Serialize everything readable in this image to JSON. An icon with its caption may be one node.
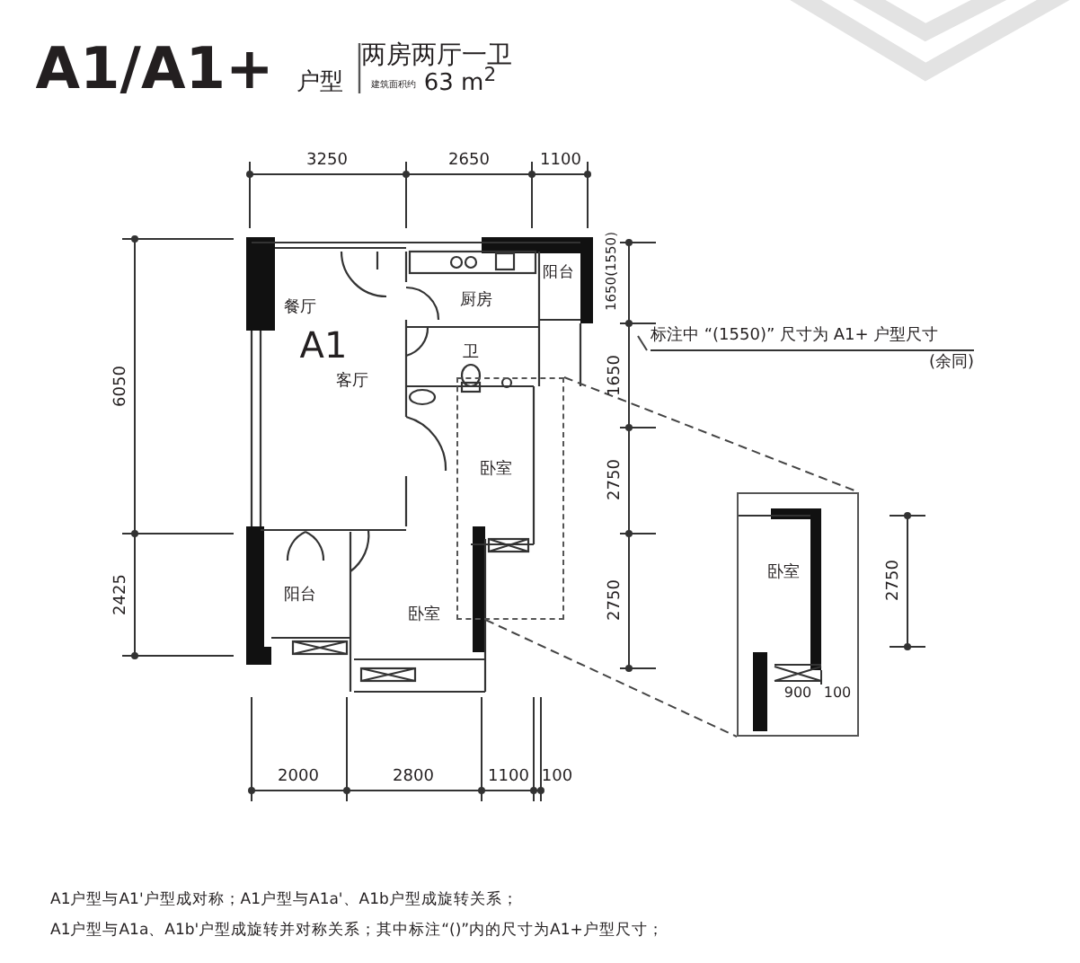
{
  "diagram": {
    "title": "A1/A1+",
    "nodes": [
      {
        "text": [
          "标注中 “(1550)” 尺寸为 A1+ 户型尺寸",
          "(余同)"
        ]
      },
      {
        "text": [],
        "shape": "box"
      },
      {
        "text": [
          "卧室"
        ]
      }
    ],
    "edges": [
      {
        "from": 0,
        "to": null,
        "arrow": "none"
      },
      {
        "from": 1,
        "to": 2,
        "arrow": "none",
        "style": "dashed"
      },
      {
        "from": 1,
        "to": 2,
        "arrow": "none",
        "style": "dashed"
      }
    ],
    "labels": [
      "户型",
      "两房两厅一卫",
      "建筑面积约",
      "63 m$^{2}$",
      "3250",
      "2650",
      "1100",
      "6050",
      "2425",
      "1650(1550)",
      "1650",
      "2750",
      "2750",
      "餐厅",
      "A1",
      "厨房",
      "阳台",
      "卫",
      "客厅",
      "卧室",
      "阳台",
      "卧室",
      "2750",
      "900",
      "100",
      "2000",
      "2800",
      "1100",
      "100",
      "A1户型与A1'户型成对称；A1户型与A1a'、A1b户型成旋转关系；",
      "A1户型与A1a、A1b'户型成旋转并对称关系；其中标注“()”内的尺寸为A1+户型尺寸；"
    ]
  }
}
